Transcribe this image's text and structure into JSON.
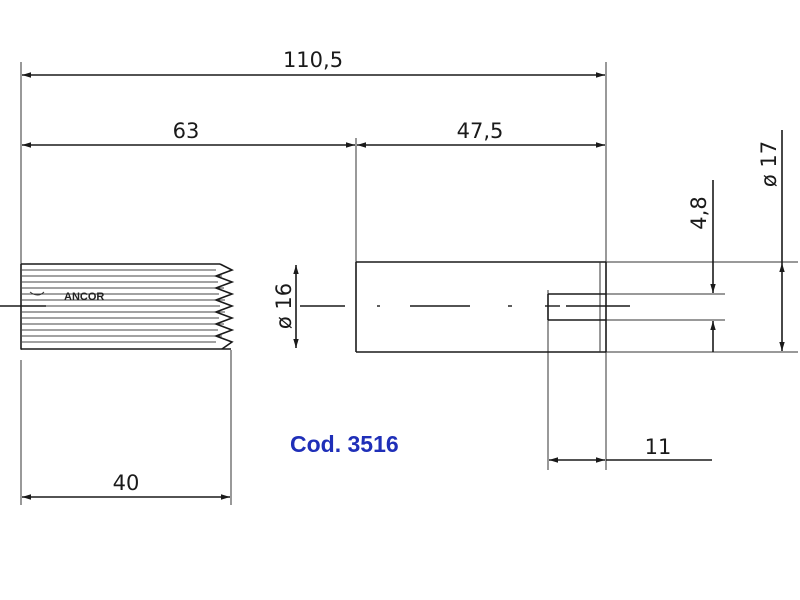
{
  "dimensions": {
    "overall_length": "110,5",
    "spline_section_length": "63",
    "shaft_section_length": "47,5",
    "spline_length": "40",
    "keyway_length": "11",
    "spline_diameter": "ø 16",
    "shaft_diameter": "ø 17",
    "keyway_width": "4,8"
  },
  "labels": {
    "brand": "ANCOR",
    "product_code": "Cod. 3516"
  },
  "colors": {
    "line": "#1a1a1a",
    "code_text": "#1f2fb8"
  }
}
